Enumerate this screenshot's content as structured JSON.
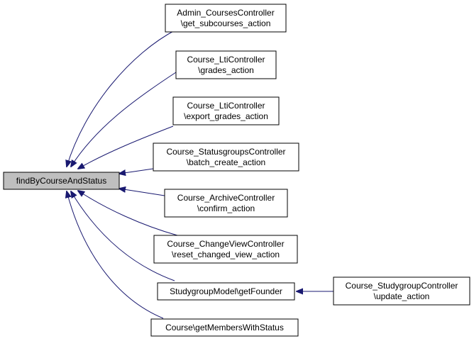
{
  "colors": {
    "edge": "#191970",
    "root_fill": "#bfbfbf",
    "node_fill": "#ffffff",
    "node_border": "#000000"
  },
  "root": {
    "label": "findByCourseAndStatus"
  },
  "callers": [
    {
      "id": "admin-courses-get-subcourses",
      "lines": [
        "Admin_CoursesController",
        "\\get_subcourses_action"
      ]
    },
    {
      "id": "lti-grades",
      "lines": [
        "Course_LtiController",
        "\\grades_action"
      ]
    },
    {
      "id": "lti-export-grades",
      "lines": [
        "Course_LtiController",
        "\\export_grades_action"
      ]
    },
    {
      "id": "statusgroups-batch-create",
      "lines": [
        "Course_StatusgroupsController",
        "\\batch_create_action"
      ]
    },
    {
      "id": "archive-confirm",
      "lines": [
        "Course_ArchiveController",
        "\\confirm_action"
      ]
    },
    {
      "id": "changeview-reset",
      "lines": [
        "Course_ChangeViewController",
        "\\reset_changed_view_action"
      ]
    },
    {
      "id": "studygroupmodel-getfounder",
      "lines": [
        "StudygroupModel\\getFounder"
      ]
    },
    {
      "id": "course-getmemberswithstatus",
      "lines": [
        "Course\\getMembersWithStatus"
      ]
    }
  ],
  "second_level": [
    {
      "id": "studygroup-update",
      "calls": "studygroupmodel-getfounder",
      "lines": [
        "Course_StudygroupController",
        "\\update_action"
      ]
    }
  ]
}
